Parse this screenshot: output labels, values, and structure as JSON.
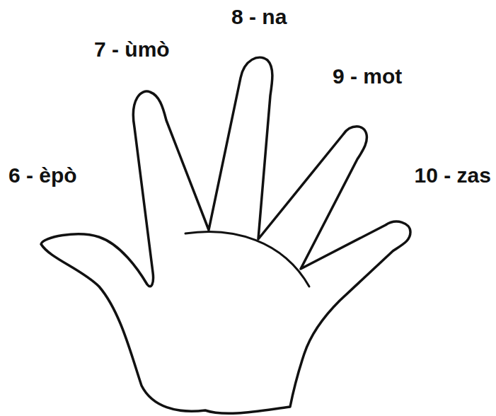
{
  "diagram": {
    "labels": [
      "6 - èpò",
      "7 - ùmò",
      "8 - na",
      "9 - mot",
      "10 - zas"
    ]
  }
}
